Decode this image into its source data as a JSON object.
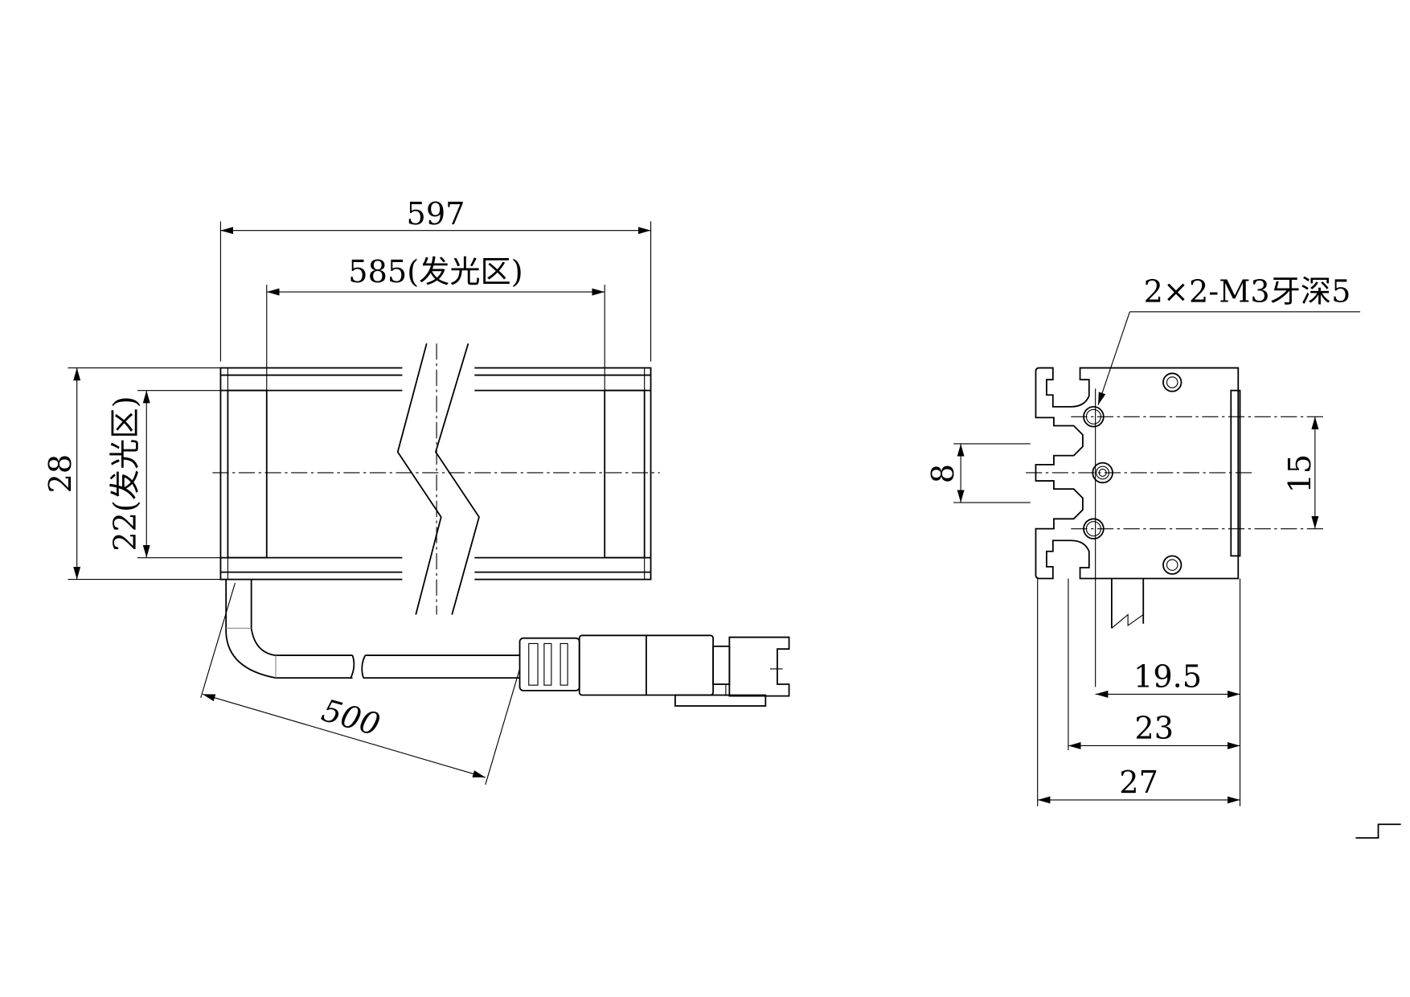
{
  "front_view": {
    "total_length": "597",
    "emitting_length": "585(发光区)",
    "total_height": "28",
    "emitting_height": "22(发光区)",
    "cable_length": "500"
  },
  "side_view": {
    "thread_note": "2×2-M3牙深5",
    "slot_spacing": "8",
    "hole_spacing": "15",
    "depth_1": "19.5",
    "depth_2": "23",
    "depth_3": "27"
  },
  "colors": {
    "line": "#000000",
    "background": "#ffffff"
  }
}
